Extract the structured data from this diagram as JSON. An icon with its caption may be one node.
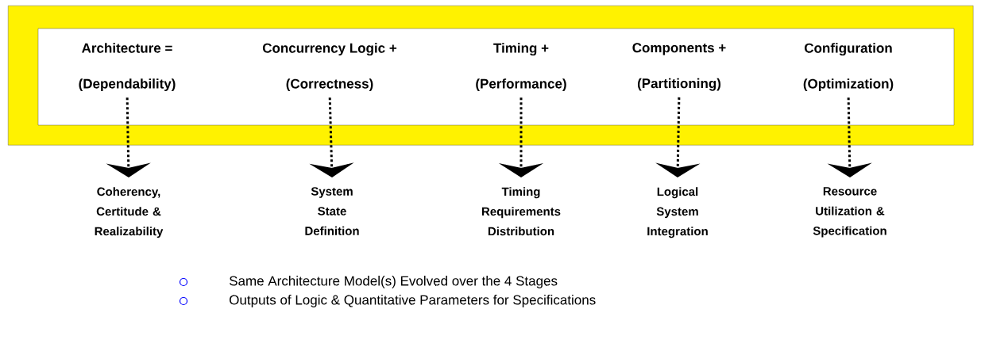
{
  "diagram": {
    "nodes": [
      {
        "text": [],
        "shape": "box"
      },
      {
        "text": [
          "Architecture =",
          "(Dependability)"
        ],
        "in": 0
      },
      {
        "text": [
          "Concurrency Logic +",
          "(Correctness)"
        ],
        "in": 0
      },
      {
        "text": [
          "Timing +",
          "(Performance)"
        ],
        "in": 0
      },
      {
        "text": [
          "Components +",
          "(Partitioning)"
        ],
        "in": 0
      },
      {
        "text": [
          "Configuration",
          "(Optimization)"
        ],
        "in": 0
      },
      {
        "text": [
          "Coherency, Certitude & Realizability"
        ]
      },
      {
        "text": [
          "System State Definition"
        ]
      },
      {
        "text": [
          "Timing Requirements Distribution"
        ]
      },
      {
        "text": [
          "Logical System Integration"
        ]
      },
      {
        "text": [
          "Resource Utilization & Specification"
        ]
      }
    ],
    "edges": [
      {
        "from": 1,
        "to": 6,
        "arrow": "to"
      },
      {
        "from": 2,
        "to": 7,
        "arrow": "to"
      },
      {
        "from": 3,
        "to": 8,
        "arrow": "to"
      },
      {
        "from": 4,
        "to": 9,
        "arrow": "to"
      },
      {
        "from": 5,
        "to": 10,
        "arrow": "to"
      }
    ],
    "labels": [
      "Same Architecture Model(s) Evolved over the 4 Stages",
      "Outputs of Logic & Quantitative Parameters for Specifications"
    ]
  }
}
